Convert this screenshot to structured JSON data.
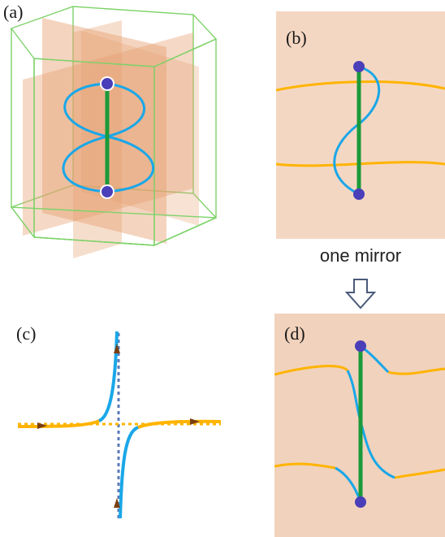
{
  "panels": {
    "a": {
      "label": "(a)"
    },
    "b": {
      "label": "(b)"
    },
    "c": {
      "label": "(c)"
    },
    "d": {
      "label": "(d)"
    }
  },
  "caption": "one mirror",
  "colors": {
    "nodal_line": "#1aa7e8",
    "axis_line": "#1a9a3a",
    "surface_state": "#ffb400",
    "node_point": "#4a3fb8",
    "mirror_plane": "#e6a070",
    "panel_background": "#f4d7c2",
    "panel_d_background": "#f1d2bc",
    "prism_edge": "#7ed36a",
    "direction_arrow": "#7a3f10",
    "down_arrow": "#4a5a7a"
  },
  "icons": {
    "transition_arrow": "down-arrow-icon"
  }
}
